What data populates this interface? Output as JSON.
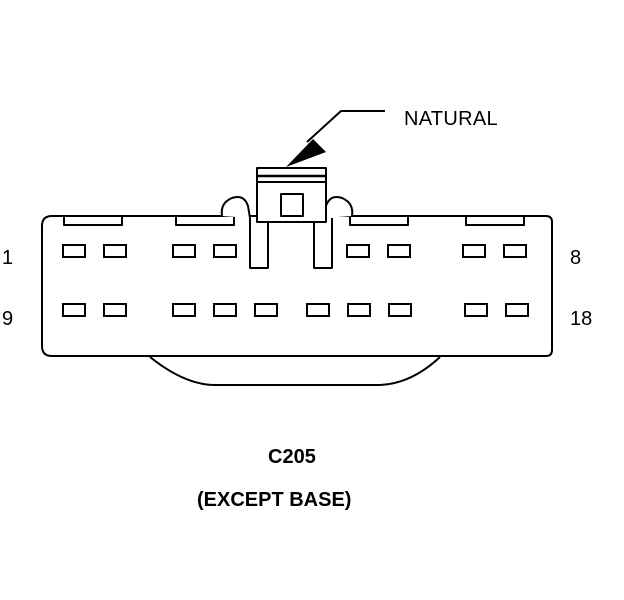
{
  "connector": {
    "id": "C205",
    "variant": "(EXCEPT BASE)",
    "housing_color": "NATURAL",
    "pin_labels": {
      "top_left": "1",
      "top_right": "8",
      "bottom_left": "9",
      "bottom_right": "18"
    },
    "pin_count": 18,
    "row_counts": [
      8,
      10
    ]
  }
}
